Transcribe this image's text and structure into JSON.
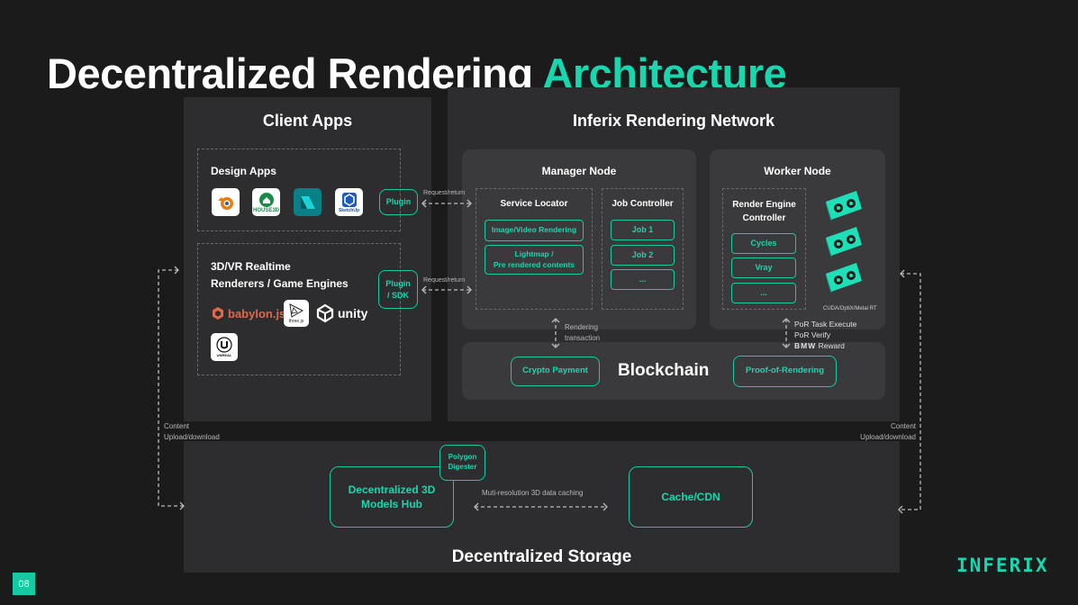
{
  "title": {
    "part1": "Decentralized Rendering ",
    "part2": "Architecture"
  },
  "client": {
    "title": "Client Apps",
    "design_apps": "Design Apps",
    "apps": [
      {
        "name": "blender"
      },
      {
        "name": "HOUSE3D"
      },
      {
        "name": "MAX"
      },
      {
        "name": "SketchUp"
      }
    ],
    "plugin1": "Plugin",
    "realtime": [
      "3D/VR Realtime",
      "Renderers / Game Engines"
    ],
    "plugin2": [
      "Plugin",
      "/ SDK"
    ],
    "engines": {
      "babylon": "babylon.js",
      "three": "three.js",
      "unity": "unity",
      "unreal": "UNREAL"
    }
  },
  "network": {
    "title": "Inferix Rendering Network",
    "manager": {
      "title": "Manager Node",
      "locator": {
        "title": "Service Locator",
        "items": [
          "Image/Video Rendering",
          "Lightmap /",
          "Pre rendered contents"
        ]
      },
      "jobs": {
        "title": "Job Controller",
        "items": [
          "Job 1",
          "Job 2",
          "..."
        ]
      }
    },
    "worker": {
      "title": "Worker Node",
      "controller": [
        "Render Engine",
        "Controller"
      ],
      "engines": [
        "Cycles",
        "Vray",
        "..."
      ],
      "gpu_label": "CUDA/OptiX/Metal RT"
    },
    "request": "Request/return",
    "rendering_tx": [
      "Rendering",
      "transaction"
    ],
    "por": [
      "PoR Task Execute",
      "PoR Verify"
    ],
    "reward": {
      "brand": "BMW",
      "label": "Reward"
    },
    "blockchain": {
      "title": "Blockchain",
      "left": "Crypto Payment",
      "right": "Proof-of-Rendering"
    }
  },
  "storage": {
    "title": "Decentralized Storage",
    "hub": [
      "Decentralized 3D",
      "Models Hub"
    ],
    "digester": [
      "Polygon",
      "Digester"
    ],
    "caching": "Muti-resolution 3D data caching",
    "cdn": "Cache/CDN",
    "content": [
      "Content",
      "Upload/download"
    ]
  },
  "footer": {
    "page": "08",
    "brand": "INFERIX"
  },
  "colors": {
    "accent": "#18d6ae",
    "panel": "#2d2d2f",
    "inner": "#3a3a3c"
  }
}
